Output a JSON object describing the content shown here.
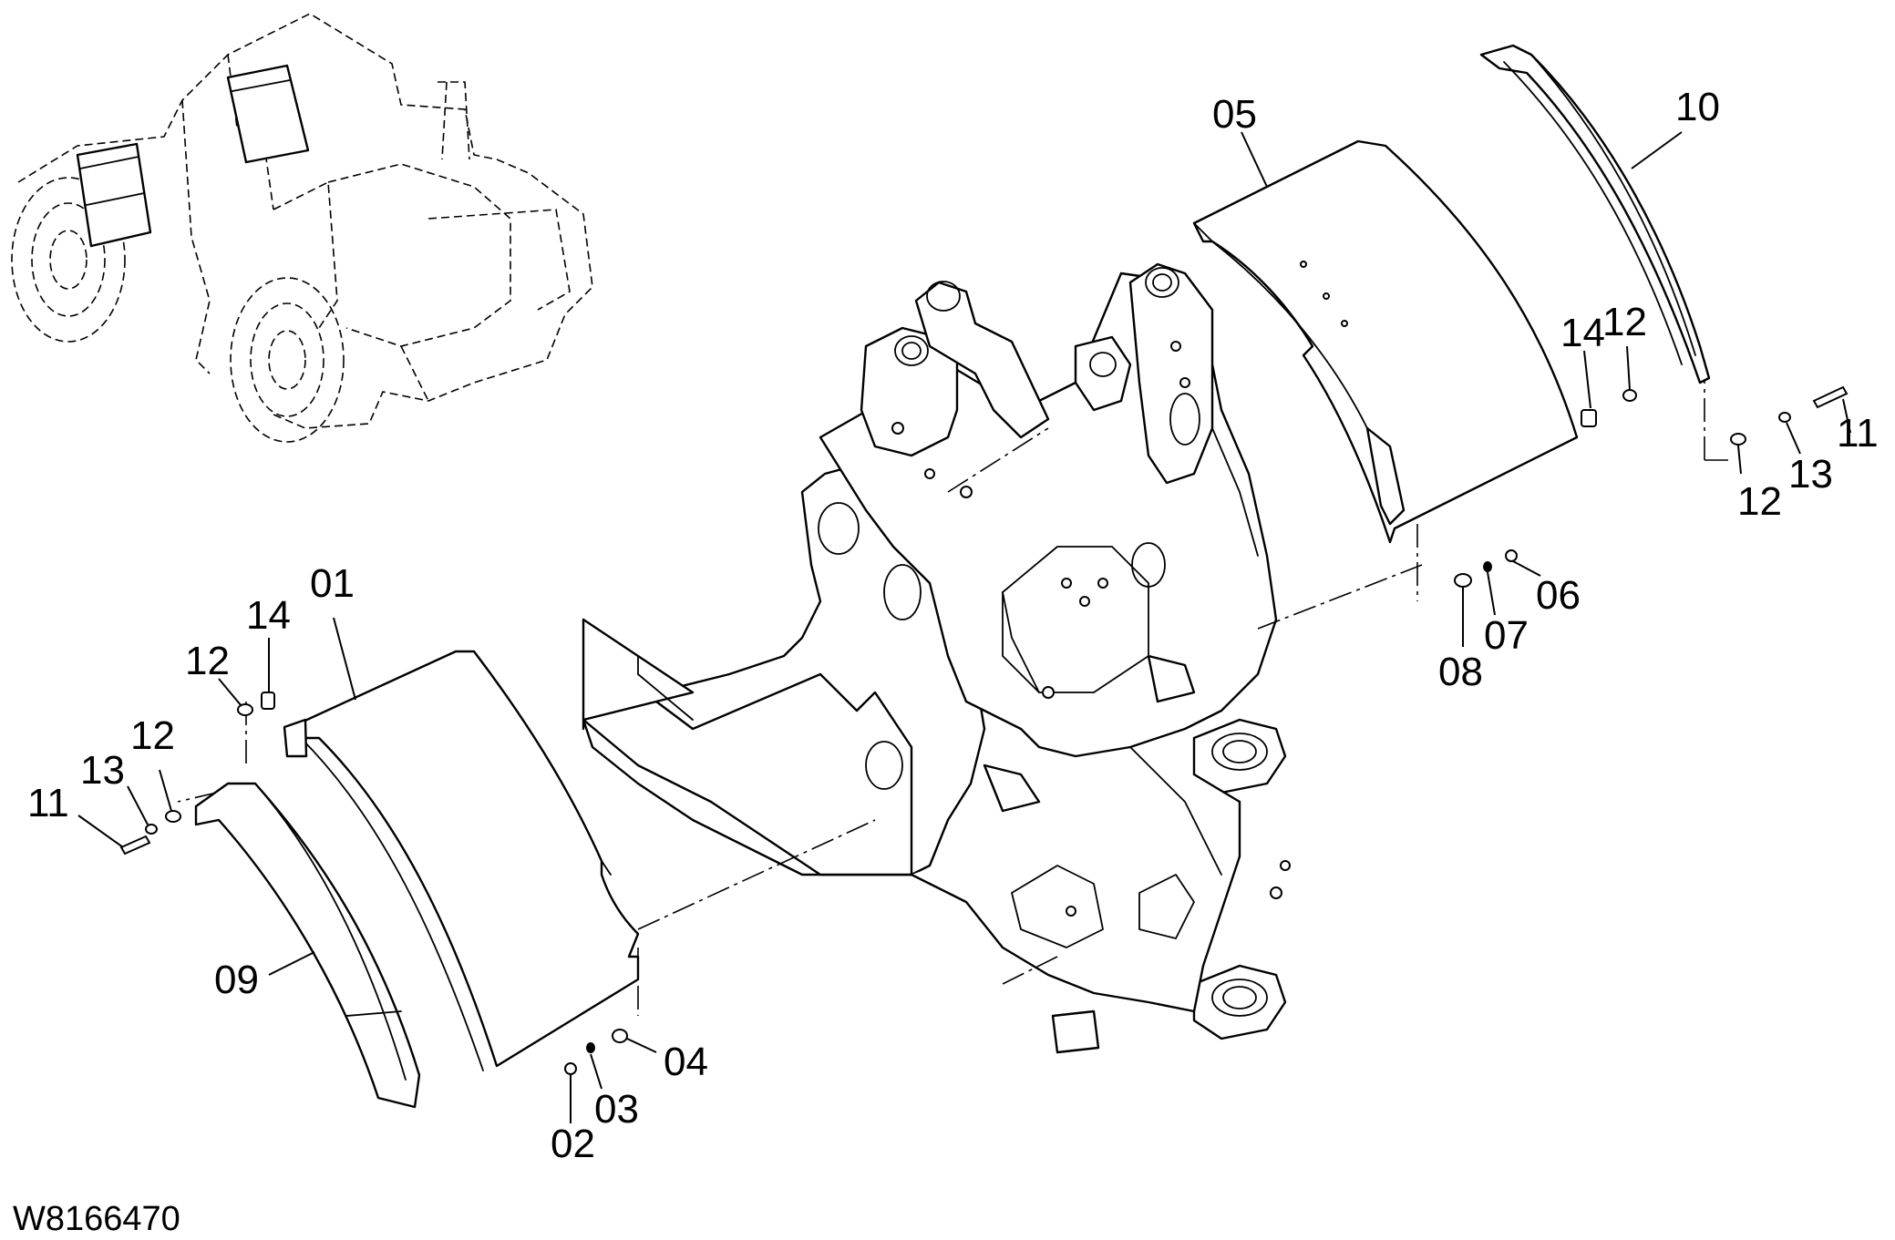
{
  "drawing_number": "W8166470",
  "callouts": {
    "c01": "01",
    "c02": "02",
    "c03": "03",
    "c04": "04",
    "c05": "05",
    "c06": "06",
    "c07": "07",
    "c08": "08",
    "c09": "09",
    "c10": "10",
    "c11_left": "11",
    "c11_right": "11",
    "c12_left_top": "12",
    "c12_left_mid": "12",
    "c12_right_top": "12",
    "c12_right_bottom": "12",
    "c13_left": "13",
    "c13_right": "13",
    "c14_left": "14",
    "c14_right": "14"
  },
  "colors": {
    "line": "#000000",
    "background": "#ffffff"
  }
}
